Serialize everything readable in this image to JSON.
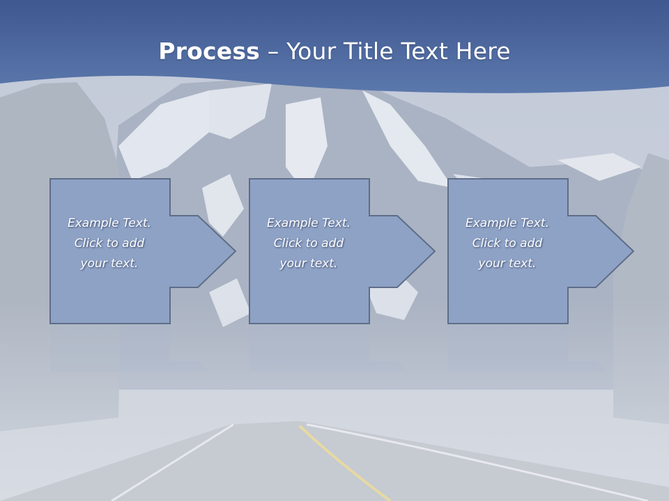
{
  "slide": {
    "title_bold": "Process",
    "title_rest": " – Your Title Text Here"
  },
  "steps": [
    {
      "lines": [
        "Example Text.",
        "Click  to add",
        "your text."
      ]
    },
    {
      "lines": [
        "Example Text.",
        "Click  to add",
        "your text."
      ]
    },
    {
      "lines": [
        "Example Text.",
        "Click  to add",
        "your text."
      ]
    }
  ],
  "colors": {
    "header_blue": "#4c6aa0",
    "box_fill": "#8ea2c6",
    "box_stroke": "#5e6d87"
  }
}
